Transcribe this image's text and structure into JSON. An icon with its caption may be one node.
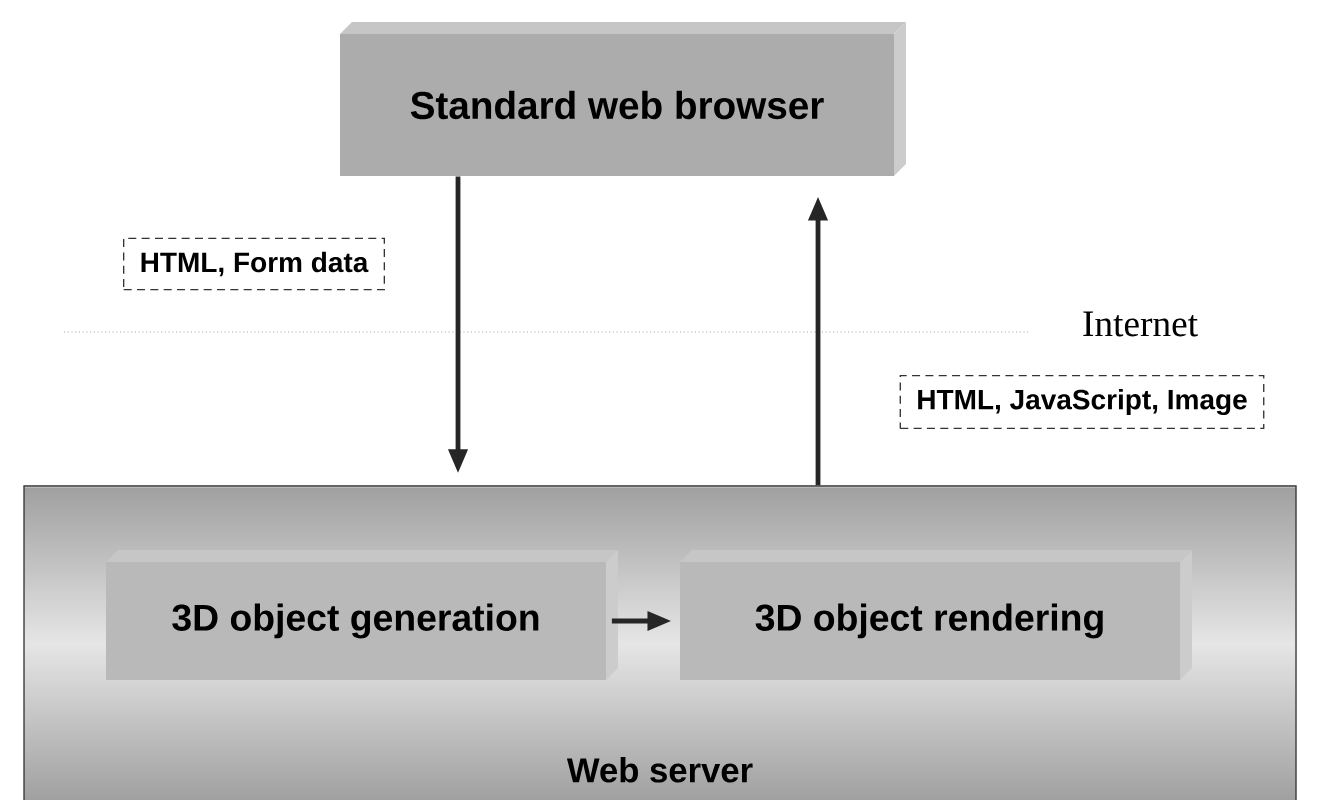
{
  "diagram": {
    "nodes": [
      {
        "text": [
          "Standard web browser"
        ]
      },
      {
        "text": [
          "Web server"
        ]
      },
      {
        "text": [
          "3D object generation"
        ],
        "in": 1
      },
      {
        "text": [
          "3D object rendering"
        ],
        "in": 1
      }
    ],
    "edges": [
      {
        "from": 0,
        "to": 1,
        "arrow": "to",
        "label": "HTML, Form data"
      },
      {
        "from": 1,
        "to": 0,
        "arrow": "to",
        "label": "HTML, JavaScript, Image"
      },
      {
        "from": 2,
        "to": 3,
        "arrow": "to"
      }
    ],
    "labels": [
      "Internet"
    ]
  }
}
